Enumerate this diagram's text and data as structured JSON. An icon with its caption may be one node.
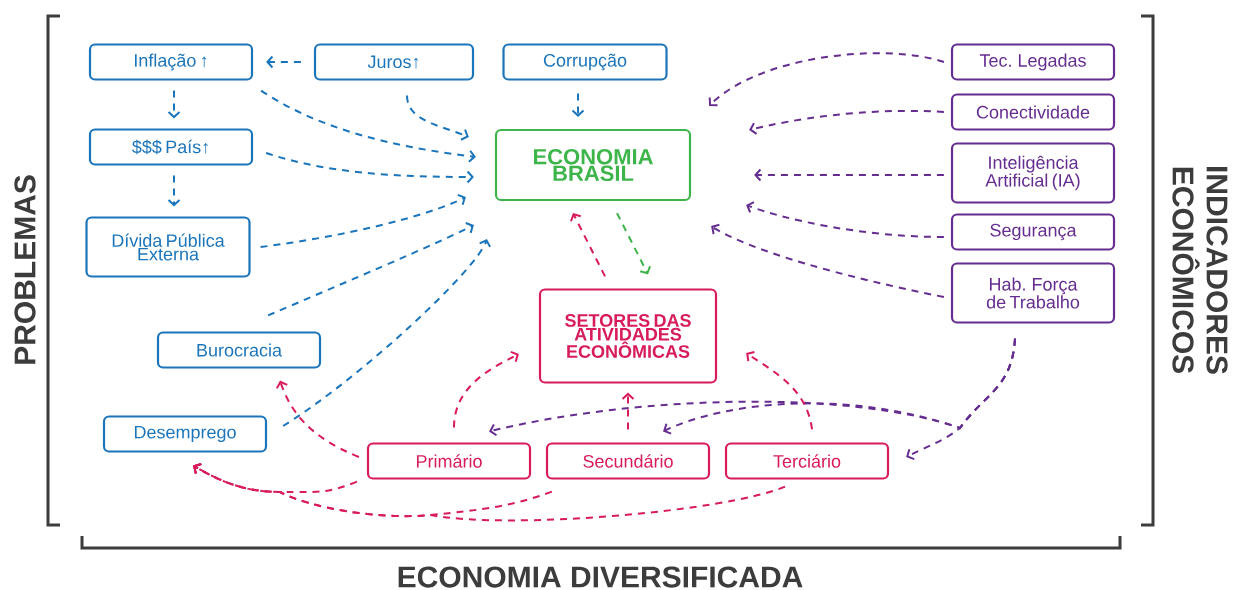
{
  "diagram": {
    "nodes": [
      {
        "text": [
          "Inflação ↑"
        ]
      },
      {
        "text": [
          "Juros↑"
        ]
      },
      {
        "text": [
          "Corrupção"
        ]
      },
      {
        "text": [
          "$$$ País↑"
        ]
      },
      {
        "text": [
          "Dívida Pública Externa"
        ]
      },
      {
        "text": [
          "ECONOMIA BRASIL"
        ]
      },
      {
        "text": [
          "Tec. Legadas"
        ]
      },
      {
        "text": [
          "Conectividade"
        ]
      },
      {
        "text": [
          "Inteligência Artificial (IA)"
        ]
      },
      {
        "text": [
          "Segurança"
        ]
      },
      {
        "text": [
          "Hab. Força de Trabalho"
        ]
      },
      {
        "text": [
          "Burocracia"
        ]
      },
      {
        "text": [
          "SETORES DAS ATIVIDADES ECONÔMICAS"
        ]
      },
      {
        "text": [
          "Desemprego"
        ]
      },
      {
        "text": [
          "Primário"
        ]
      },
      {
        "text": [
          "Secundário"
        ]
      },
      {
        "text": [
          "Terciário"
        ]
      }
    ],
    "edges": [
      {
        "from": 1,
        "to": 0,
        "arrow": "to"
      },
      {
        "from": 0,
        "to": 3,
        "arrow": "to"
      },
      {
        "from": 3,
        "to": 4,
        "arrow": "to"
      },
      {
        "from": 0,
        "to": 5,
        "arrow": "to"
      },
      {
        "from": 1,
        "to": 5,
        "arrow": "to"
      },
      {
        "from": 2,
        "to": 5,
        "arrow": "to"
      },
      {
        "from": 3,
        "to": 5,
        "arrow": "to"
      },
      {
        "from": 4,
        "to": 5,
        "arrow": "to"
      },
      {
        "from": 11,
        "to": 5,
        "arrow": "to"
      },
      {
        "from": 13,
        "to": 5,
        "arrow": "to"
      },
      {
        "from": 12,
        "to": 5,
        "arrow": "to",
        "color": "#d81b5a"
      },
      {
        "from": 5,
        "to": 12,
        "arrow": "to",
        "color": "#3db54a"
      },
      {
        "from": 6,
        "to": 5,
        "arrow": "to",
        "color": "#662d91"
      },
      {
        "from": 7,
        "to": 5,
        "arrow": "to",
        "color": "#662d91"
      },
      {
        "from": 8,
        "to": 5,
        "arrow": "to",
        "color": "#662d91"
      },
      {
        "from": 9,
        "to": 5,
        "arrow": "to",
        "color": "#662d91"
      },
      {
        "from": 10,
        "to": 5,
        "arrow": "to",
        "color": "#662d91"
      },
      {
        "from": 10,
        "to": 16,
        "arrow": "to",
        "color": "#662d91"
      },
      {
        "from": 10,
        "to": 14,
        "arrow": "to",
        "color": "#662d91"
      },
      {
        "from": 10,
        "to": 15,
        "arrow": "to",
        "color": "#662d91"
      },
      {
        "from": 14,
        "to": 12,
        "arrow": "to",
        "color": "#d81b5a"
      },
      {
        "from": 15,
        "to": 12,
        "arrow": "to",
        "color": "#d81b5a"
      },
      {
        "from": 16,
        "to": 12,
        "arrow": "to",
        "color": "#d81b5a"
      },
      {
        "from": 14,
        "to": 11,
        "arrow": "to",
        "color": "#d81b5a"
      },
      {
        "from": 14,
        "to": 13,
        "arrow": "to",
        "color": "#d81b5a"
      },
      {
        "from": 15,
        "to": 13,
        "arrow": "to",
        "color": "#d81b5a"
      },
      {
        "from": 16,
        "to": 13,
        "arrow": "to",
        "color": "#d81b5a"
      }
    ],
    "labels": [
      "PROBLEMAS",
      "INDICADORES ECONÔMICOS",
      "ECONOMIA DIVERSIFICADA"
    ]
  }
}
